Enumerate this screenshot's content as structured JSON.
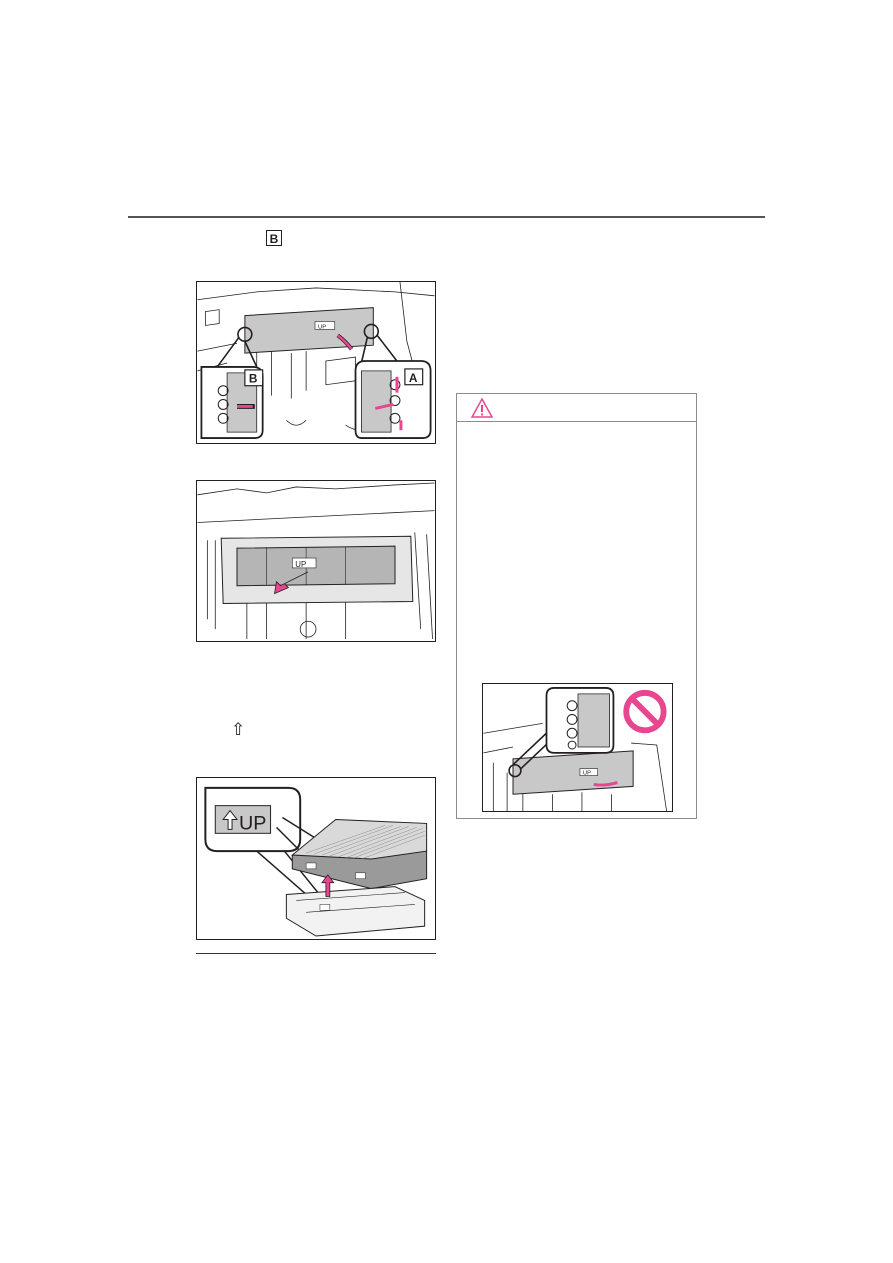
{
  "labels": {
    "key_b": "B",
    "fig1_callout_b": "B",
    "fig1_callout_a": "A",
    "fig1_panel_mark": "UP",
    "fig2_panel_mark": "UP",
    "fig3_zoom_mark": "UP",
    "fig4_panel_mark": "UP",
    "up_arrow_glyph": "⇧"
  },
  "icons": {
    "warning": "warning-triangle-icon",
    "prohibition": "prohibition-icon",
    "up_arrow": "up-arrow-icon"
  },
  "colors": {
    "accent_pink": "#e8478f",
    "panel_gray": "#c8c8c8",
    "line": "#231f20"
  }
}
